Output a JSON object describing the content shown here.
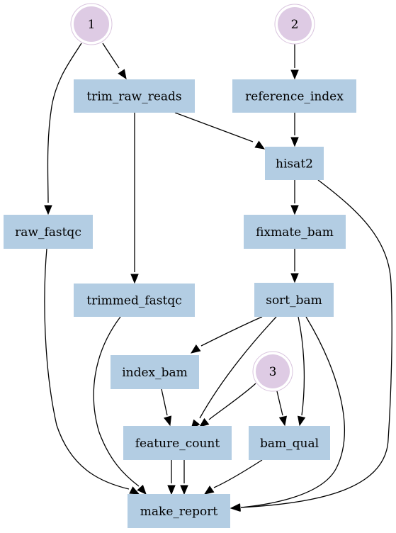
{
  "graph": {
    "nodes": [
      {
        "id": "in1",
        "shape": "doublecircle",
        "label": "1"
      },
      {
        "id": "in2",
        "shape": "doublecircle",
        "label": "2"
      },
      {
        "id": "in3",
        "shape": "doublecircle",
        "label": "3"
      },
      {
        "id": "trim_raw_reads",
        "shape": "box",
        "label": "trim_raw_reads"
      },
      {
        "id": "reference_index",
        "shape": "box",
        "label": "reference_index"
      },
      {
        "id": "hisat2",
        "shape": "box",
        "label": "hisat2"
      },
      {
        "id": "raw_fastqc",
        "shape": "box",
        "label": "raw_fastqc"
      },
      {
        "id": "fixmate_bam",
        "shape": "box",
        "label": "fixmate_bam"
      },
      {
        "id": "trimmed_fastqc",
        "shape": "box",
        "label": "trimmed_fastqc"
      },
      {
        "id": "sort_bam",
        "shape": "box",
        "label": "sort_bam"
      },
      {
        "id": "index_bam",
        "shape": "box",
        "label": "index_bam"
      },
      {
        "id": "feature_count",
        "shape": "box",
        "label": "feature_count"
      },
      {
        "id": "bam_qual",
        "shape": "box",
        "label": "bam_qual"
      },
      {
        "id": "make_report",
        "shape": "box",
        "label": "make_report"
      }
    ],
    "edges": [
      {
        "from": "in1",
        "to": "trim_raw_reads"
      },
      {
        "from": "in1",
        "to": "raw_fastqc"
      },
      {
        "from": "in2",
        "to": "reference_index"
      },
      {
        "from": "trim_raw_reads",
        "to": "hisat2"
      },
      {
        "from": "trim_raw_reads",
        "to": "trimmed_fastqc"
      },
      {
        "from": "reference_index",
        "to": "hisat2"
      },
      {
        "from": "hisat2",
        "to": "fixmate_bam"
      },
      {
        "from": "hisat2",
        "to": "make_report"
      },
      {
        "from": "fixmate_bam",
        "to": "sort_bam"
      },
      {
        "from": "raw_fastqc",
        "to": "make_report"
      },
      {
        "from": "trimmed_fastqc",
        "to": "make_report"
      },
      {
        "from": "sort_bam",
        "to": "index_bam"
      },
      {
        "from": "sort_bam",
        "to": "feature_count"
      },
      {
        "from": "sort_bam",
        "to": "bam_qual"
      },
      {
        "from": "sort_bam",
        "to": "make_report"
      },
      {
        "from": "in3",
        "to": "feature_count"
      },
      {
        "from": "in3",
        "to": "bam_qual"
      },
      {
        "from": "index_bam",
        "to": "feature_count"
      },
      {
        "from": "feature_count",
        "to": "make_report"
      },
      {
        "from": "feature_count",
        "to": "make_report"
      },
      {
        "from": "bam_qual",
        "to": "make_report"
      }
    ]
  }
}
